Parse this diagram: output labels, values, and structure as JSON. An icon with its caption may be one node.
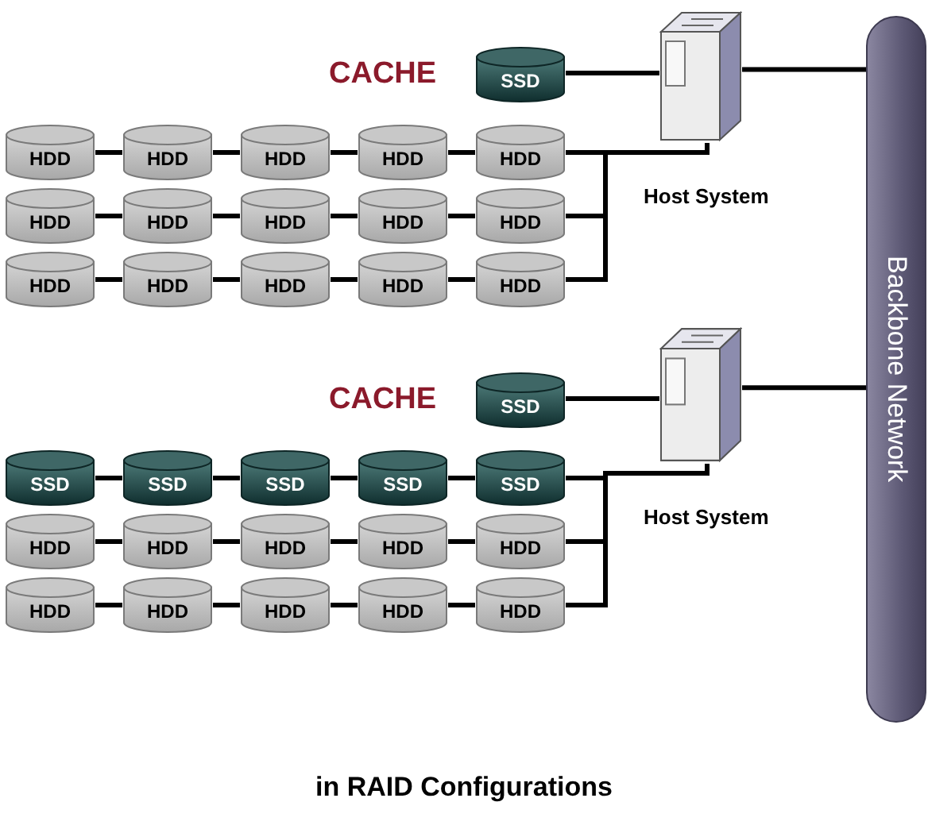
{
  "diagram": {
    "caption": "in RAID Configurations",
    "nodes": [
      {
        "text": [
          "Backbone Network"
        ]
      },
      {
        "text": [],
        "shape": "picture",
        "beside": [
          "Host System"
        ]
      },
      {
        "text": [
          "SSD"
        ],
        "beside": [
          "CACHE"
        ]
      },
      {
        "text": [
          "HDD"
        ]
      },
      {
        "text": [
          "HDD"
        ]
      },
      {
        "text": [
          "HDD"
        ]
      },
      {
        "text": [
          "HDD"
        ]
      },
      {
        "text": [
          "HDD"
        ]
      },
      {
        "text": [
          "HDD"
        ]
      },
      {
        "text": [
          "HDD"
        ]
      },
      {
        "text": [
          "HDD"
        ]
      },
      {
        "text": [
          "HDD"
        ]
      },
      {
        "text": [
          "HDD"
        ]
      },
      {
        "text": [
          "HDD"
        ]
      },
      {
        "text": [
          "HDD"
        ]
      },
      {
        "text": [
          "HDD"
        ]
      },
      {
        "text": [
          "HDD"
        ]
      },
      {
        "text": [
          "HDD"
        ]
      },
      {
        "text": [],
        "shape": "picture",
        "beside": [
          "Host System"
        ]
      },
      {
        "text": [
          "SSD"
        ],
        "beside": [
          "CACHE"
        ]
      },
      {
        "text": [
          "SSD"
        ]
      },
      {
        "text": [
          "SSD"
        ]
      },
      {
        "text": [
          "SSD"
        ]
      },
      {
        "text": [
          "SSD"
        ]
      },
      {
        "text": [
          "SSD"
        ]
      },
      {
        "text": [
          "HDD"
        ]
      },
      {
        "text": [
          "HDD"
        ]
      },
      {
        "text": [
          "HDD"
        ]
      },
      {
        "text": [
          "HDD"
        ]
      },
      {
        "text": [
          "HDD"
        ]
      },
      {
        "text": [
          "HDD"
        ]
      },
      {
        "text": [
          "HDD"
        ]
      },
      {
        "text": [
          "HDD"
        ]
      },
      {
        "text": [
          "HDD"
        ]
      },
      {
        "text": [
          "HDD"
        ]
      }
    ],
    "edges": [
      {
        "from": 1,
        "to": 0,
        "arrow": "none"
      },
      {
        "from": 2,
        "to": 1,
        "arrow": "none"
      },
      {
        "from": 3,
        "to": 4,
        "arrow": "none"
      },
      {
        "from": 4,
        "to": 5,
        "arrow": "none"
      },
      {
        "from": 5,
        "to": 6,
        "arrow": "none"
      },
      {
        "from": 6,
        "to": 7,
        "arrow": "none"
      },
      {
        "from": 8,
        "to": 9,
        "arrow": "none"
      },
      {
        "from": 9,
        "to": 10,
        "arrow": "none"
      },
      {
        "from": 10,
        "to": 11,
        "arrow": "none"
      },
      {
        "from": 11,
        "to": 12,
        "arrow": "none"
      },
      {
        "from": 13,
        "to": 14,
        "arrow": "none"
      },
      {
        "from": 14,
        "to": 15,
        "arrow": "none"
      },
      {
        "from": 15,
        "to": 16,
        "arrow": "none"
      },
      {
        "from": 16,
        "to": 17,
        "arrow": "none"
      },
      {
        "from": 7,
        "to": 1,
        "arrow": "none"
      },
      {
        "from": 12,
        "to": 1,
        "arrow": "none"
      },
      {
        "from": 17,
        "to": 1,
        "arrow": "none"
      },
      {
        "from": 18,
        "to": 0,
        "arrow": "none"
      },
      {
        "from": 19,
        "to": 18,
        "arrow": "none"
      },
      {
        "from": 20,
        "to": 21,
        "arrow": "none"
      },
      {
        "from": 21,
        "to": 22,
        "arrow": "none"
      },
      {
        "from": 22,
        "to": 23,
        "arrow": "none"
      },
      {
        "from": 23,
        "to": 24,
        "arrow": "none"
      },
      {
        "from": 25,
        "to": 26,
        "arrow": "none"
      },
      {
        "from": 26,
        "to": 27,
        "arrow": "none"
      },
      {
        "from": 27,
        "to": 28,
        "arrow": "none"
      },
      {
        "from": 28,
        "to": 29,
        "arrow": "none"
      },
      {
        "from": 30,
        "to": 31,
        "arrow": "none"
      },
      {
        "from": 31,
        "to": 32,
        "arrow": "none"
      },
      {
        "from": 32,
        "to": 33,
        "arrow": "none"
      },
      {
        "from": 33,
        "to": 34,
        "arrow": "none"
      },
      {
        "from": 24,
        "to": 18,
        "arrow": "none"
      },
      {
        "from": 29,
        "to": 18,
        "arrow": "none"
      },
      {
        "from": 34,
        "to": 18,
        "arrow": "none"
      }
    ]
  }
}
